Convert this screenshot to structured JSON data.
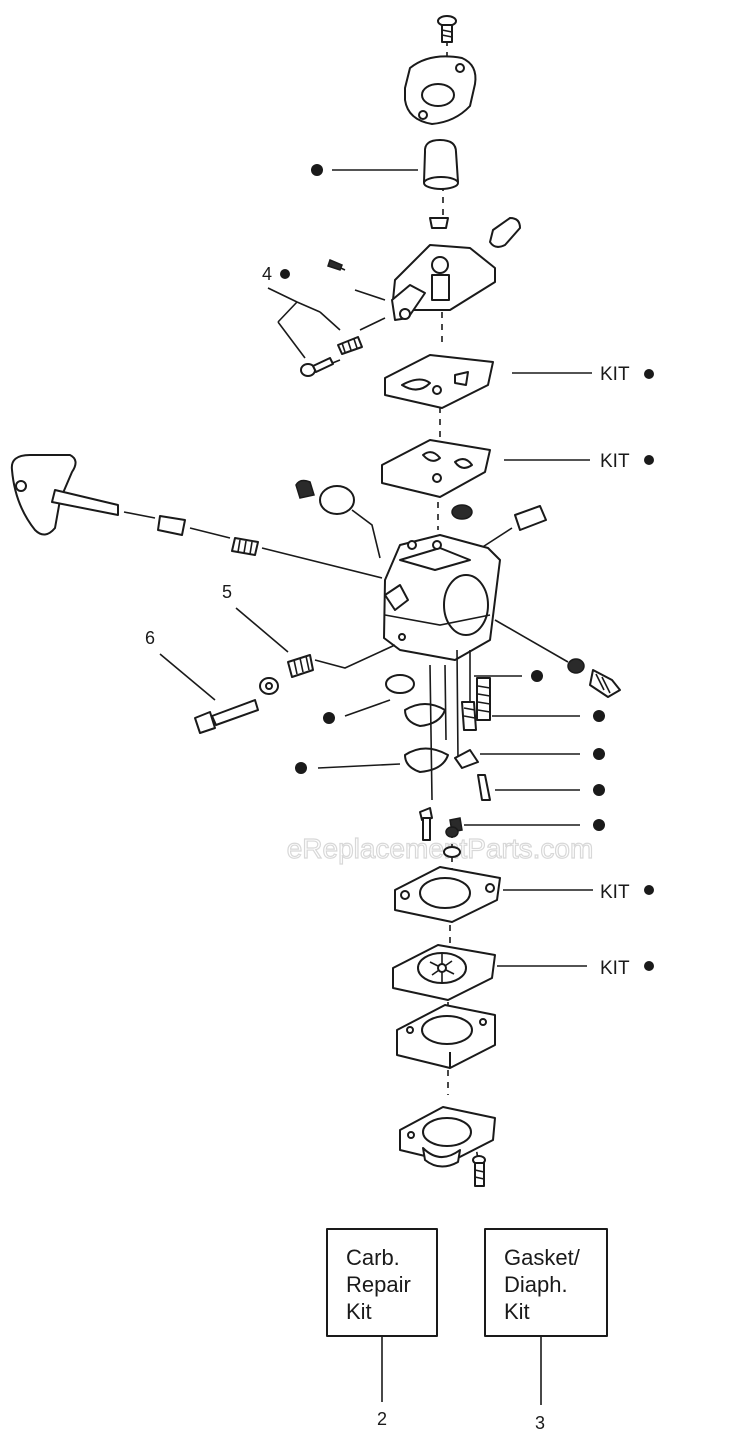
{
  "callouts": {
    "kit_label": "KIT",
    "ref_4": "4",
    "ref_5": "5",
    "ref_6": "6"
  },
  "kits": [
    {
      "lines": [
        "Carb.",
        "Repair",
        "Kit"
      ],
      "ref": "2"
    },
    {
      "lines": [
        "Gasket/",
        "Diaph.",
        "Kit"
      ],
      "ref": "3"
    }
  ],
  "watermark": "eReplacementParts.com"
}
